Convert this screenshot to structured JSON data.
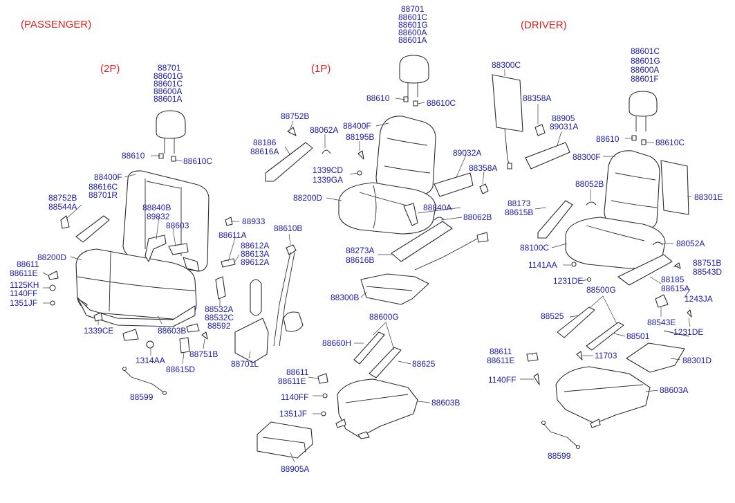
{
  "sections": {
    "passenger": "(PASSENGER)",
    "two_p": "(2P)",
    "one_p": "(1P)",
    "driver": "(DRIVER)"
  },
  "labels": [
    "88701",
    "88601G",
    "88601C",
    "88600A",
    "88601A",
    "88610",
    "88610C",
    "88400F",
    "88616C",
    "88701R",
    "88752B",
    "88544A",
    "88840B",
    "89832",
    "88603",
    "88200D",
    "88611",
    "88611E",
    "1125KH",
    "1140FF",
    "1351JF",
    "1339CE",
    "88603B",
    "1314AA",
    "88615D",
    "88751B",
    "88599",
    "88933",
    "88611A",
    "88612A",
    "88613A",
    "89612A",
    "88532A",
    "88532C",
    "88592",
    "88701L",
    "88610B",
    "88701",
    "88601C",
    "88601G",
    "88600A",
    "88601A",
    "88610",
    "88610C",
    "88752B",
    "88062A",
    "88400F",
    "88186",
    "88616A",
    "88195B",
    "1339CD",
    "1339GA",
    "88200D",
    "89032A",
    "88358A",
    "88840A",
    "88062B",
    "88273A",
    "88616B",
    "88300B",
    "88600G",
    "88660H",
    "88625",
    "88611",
    "88611E",
    "88603B",
    "1140FF",
    "1351JF",
    "88905A",
    "88300C",
    "88358A",
    "88905",
    "89031A",
    "88601C",
    "88601G",
    "88600A",
    "88601F",
    "88610",
    "88610C",
    "88300F",
    "88052B",
    "88301E",
    "88173",
    "88615B",
    "88100C",
    "88052A",
    "1141AA",
    "88751B",
    "88543D",
    "1231DE",
    "88185",
    "88615A",
    "88500G",
    "1243JA",
    "88525",
    "88543E",
    "1231DE",
    "88501",
    "88611",
    "88611E",
    "11703",
    "88301D",
    "1140FF",
    "88603A",
    "88599"
  ]
}
